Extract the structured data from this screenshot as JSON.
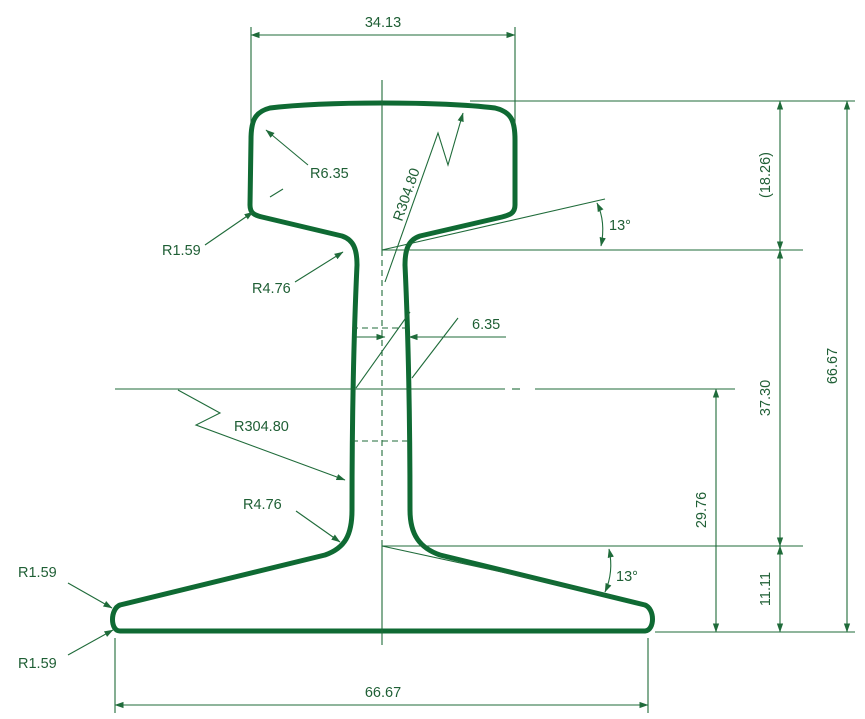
{
  "drawing": {
    "colors": {
      "profile": "#0f6a33",
      "lines": "#1f6b3a",
      "text": "#1f5f35",
      "background": "#ffffff"
    },
    "dimensions": {
      "head_width": "34.13",
      "head_depth": "(18.26)",
      "web_height": "37.30",
      "overall_height": "66.67",
      "neutral_axis_height": "29.76",
      "base_thickness": "11.11",
      "base_width": "66.67",
      "web_thickness": "6.35",
      "head_underside_angle": "13°",
      "base_top_angle": "13°"
    },
    "radii": {
      "head_corner": "R6.35",
      "head_lower_edge": "R1.59",
      "head_fillet": "R4.76",
      "head_web_curve": "R304.80",
      "web_curve": "R304.80",
      "base_fillet": "R4.76",
      "base_edge_top": "R1.59",
      "base_edge_bottom": "R1.59"
    }
  }
}
